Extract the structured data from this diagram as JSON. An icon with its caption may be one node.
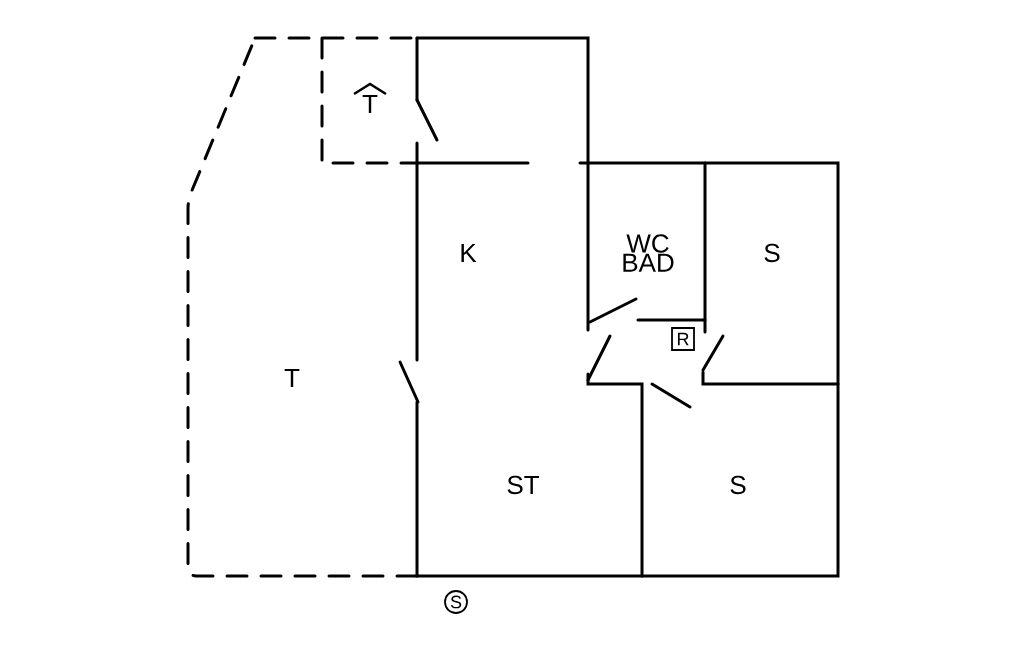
{
  "diagram": {
    "nodes": [
      {
        "text": [
          "R"
        ]
      },
      {
        "text": [
          "S"
        ]
      }
    ],
    "labels": [
      "T",
      "K",
      "WC BAD",
      "S",
      "T",
      "ST",
      "S"
    ]
  }
}
